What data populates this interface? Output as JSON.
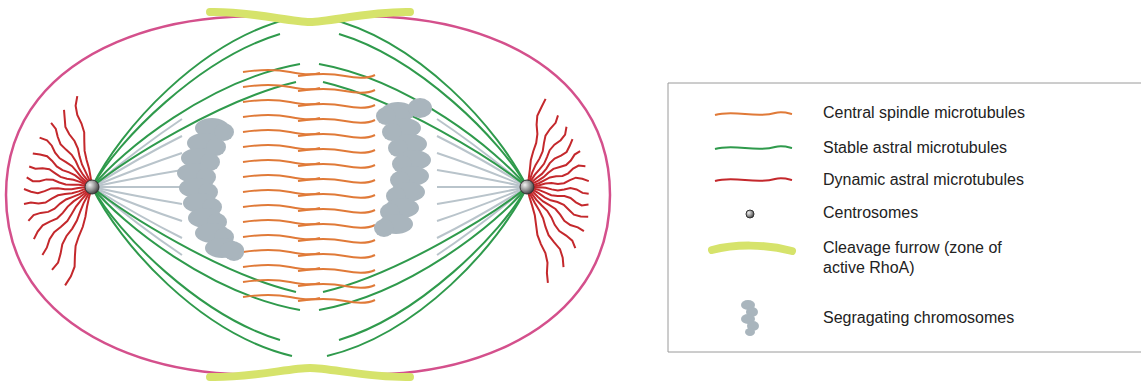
{
  "diagram": {
    "legend": [
      {
        "text": "Central spindle microtubules"
      },
      {
        "text": "Stable astral microtubules"
      },
      {
        "text": "Dynamic astral microtubules"
      },
      {
        "text": "Centrosomes"
      },
      {
        "text": "Cleavage furrow (zone of active RhoA)"
      },
      {
        "text": "Segragating chromosomes"
      }
    ]
  }
}
